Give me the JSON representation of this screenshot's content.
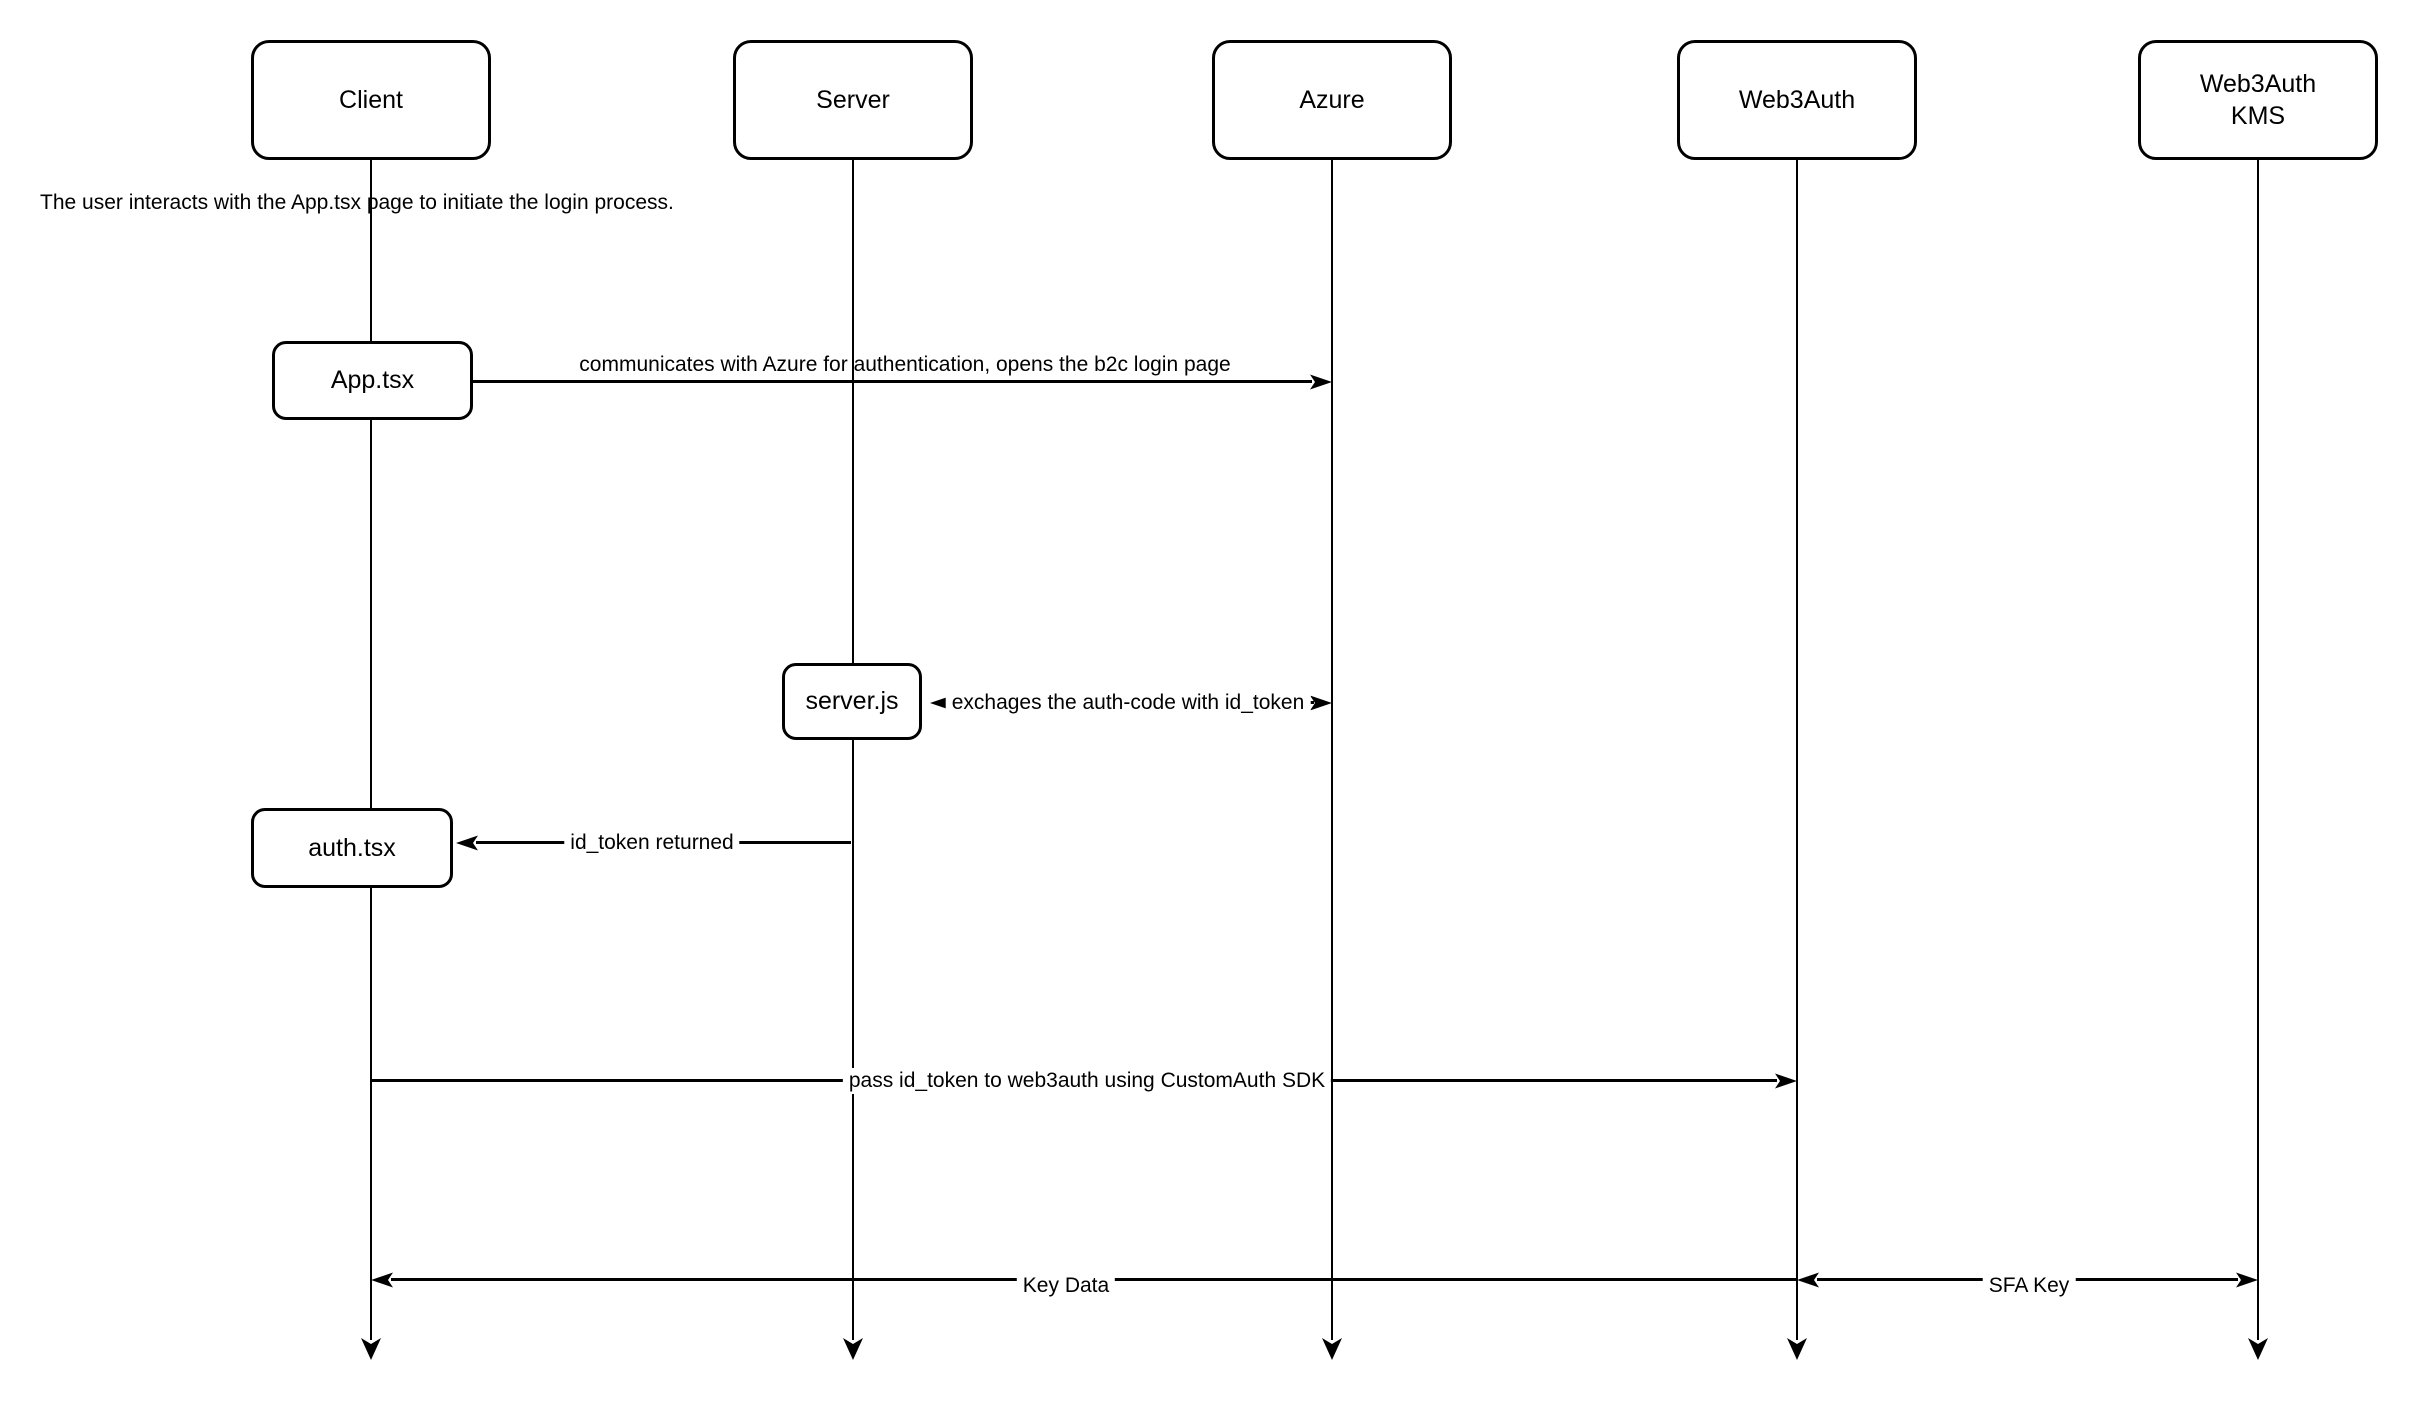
{
  "colors": {
    "stroke": "#000000",
    "background": "#ffffff",
    "text": "#000000"
  },
  "note": "The user interacts with the App.tsx page to initiate the login process.",
  "actors": [
    {
      "id": "client",
      "label": "Client"
    },
    {
      "id": "server",
      "label": "Server"
    },
    {
      "id": "azure",
      "label": "Azure"
    },
    {
      "id": "web3auth",
      "label": "Web3Auth"
    },
    {
      "id": "web3auth-kms",
      "label": "Web3Auth\nKMS"
    }
  ],
  "steps": [
    {
      "id": "app-tsx",
      "label": "App.tsx"
    },
    {
      "id": "server-js",
      "label": "server.js"
    },
    {
      "id": "auth-tsx",
      "label": "auth.tsx"
    }
  ],
  "messages": [
    {
      "from": "App.tsx",
      "to": "Azure",
      "direction": "right",
      "label": "communicates with Azure for authentication, opens the b2c login page"
    },
    {
      "from": "server.js",
      "to": "Azure",
      "direction": "both",
      "label": "exchages the auth-code with id_token"
    },
    {
      "from": "Server",
      "to": "auth.tsx",
      "direction": "left",
      "label": "id_token returned"
    },
    {
      "from": "Client",
      "to": "Web3Auth",
      "direction": "right",
      "label": "pass id_token to web3auth using CustomAuth SDK"
    },
    {
      "from": "Web3Auth",
      "to": "Client",
      "direction": "left",
      "label": "Key Data"
    },
    {
      "from": "Web3Auth",
      "to": "Web3Auth KMS",
      "direction": "both",
      "label": "SFA Key"
    }
  ]
}
